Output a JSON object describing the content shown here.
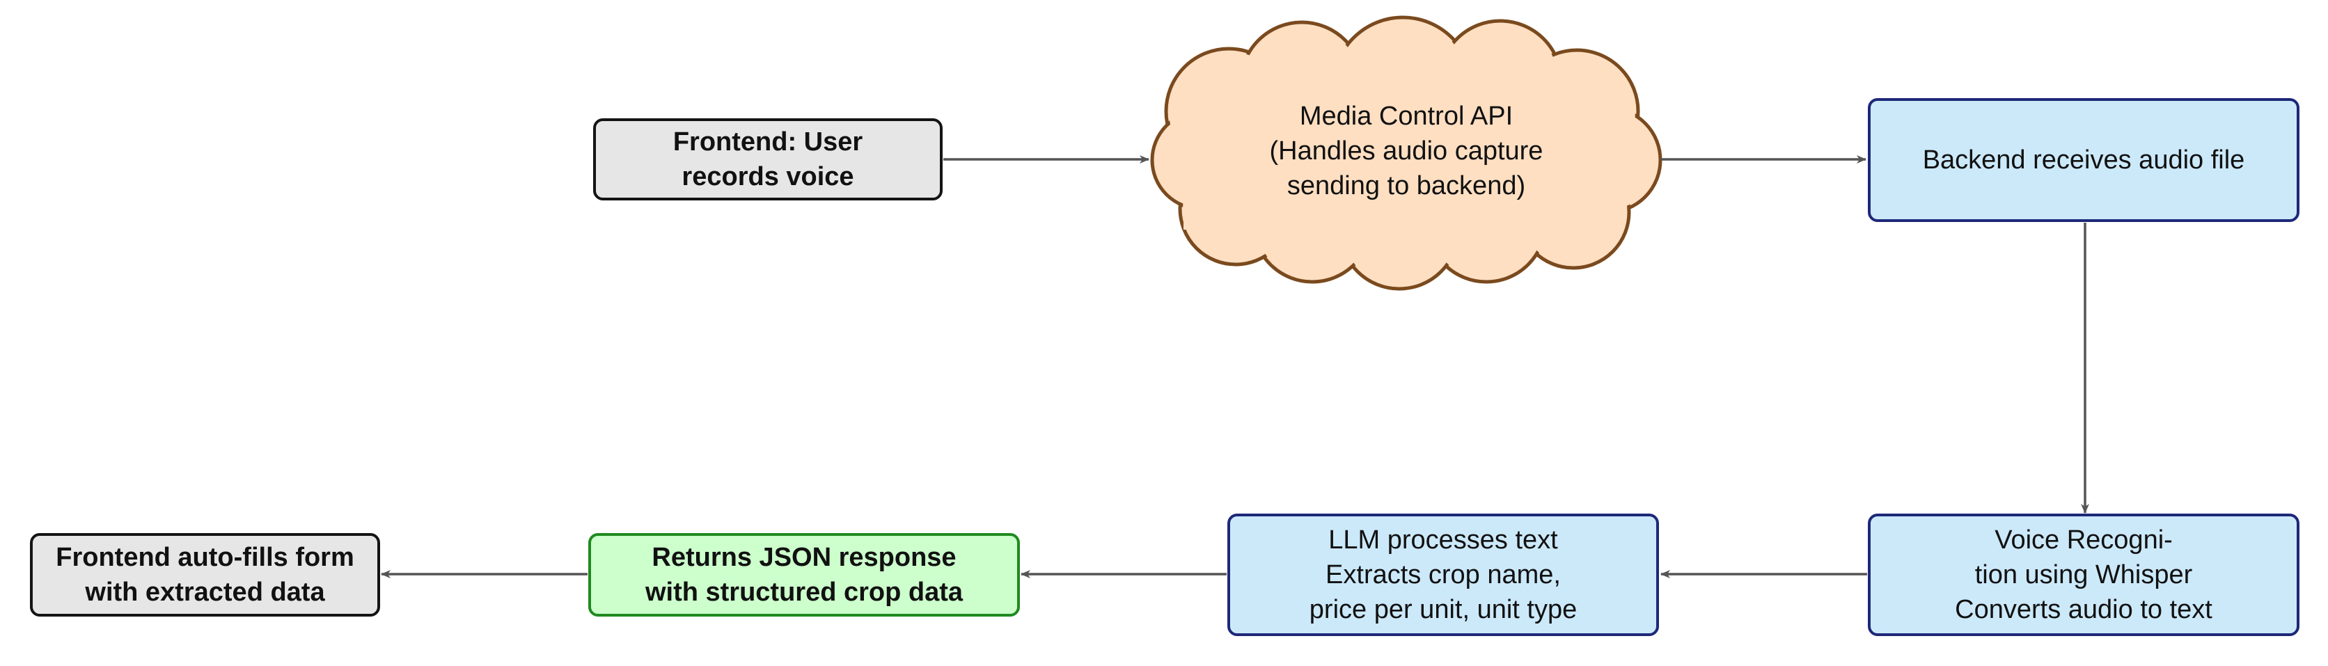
{
  "nodes": {
    "frontend_record": {
      "lines": [
        "Frontend: User",
        "records voice"
      ]
    },
    "media_api": {
      "lines": [
        "Media Control API",
        "(Handles audio capture",
        "sending to backend)"
      ]
    },
    "backend_receive": {
      "lines": [
        "Backend receives audio file"
      ]
    },
    "voice_recognition": {
      "lines": [
        "Voice Recogni-",
        "tion using Whisper",
        "Converts audio to text"
      ]
    },
    "llm_process": {
      "lines": [
        "LLM processes text",
        "Extracts crop name,",
        "price per unit, unit type"
      ]
    },
    "json_response": {
      "lines": [
        "Returns JSON response",
        "with structured crop data"
      ]
    },
    "frontend_autofill": {
      "lines": [
        "Frontend auto-fills form",
        "with extracted data"
      ]
    }
  },
  "colors": {
    "process_fill": "#cce9fa",
    "process_border": "#1e2878",
    "terminal_fill": "#e6e6e6",
    "terminal_border": "#141414",
    "output_fill": "#ccffcc",
    "output_border": "#1f8a1f",
    "cloud_fill": "#ffdfc2",
    "cloud_border": "#7a4a1e",
    "arrow": "#555555"
  }
}
